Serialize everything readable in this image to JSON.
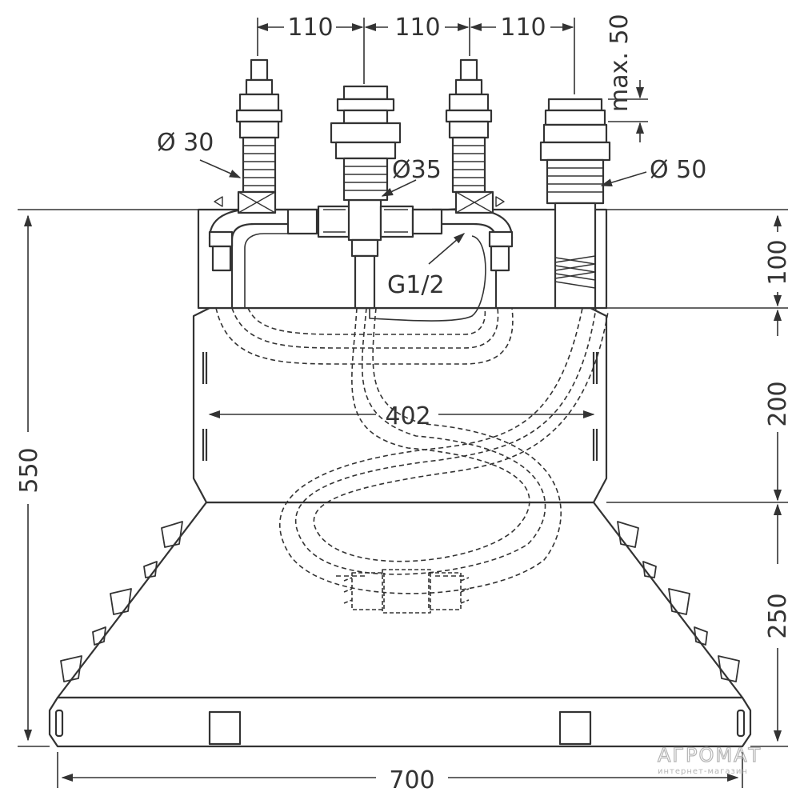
{
  "drawing": {
    "dimensions": {
      "spacing_1": "110",
      "spacing_2": "110",
      "spacing_3": "110",
      "max_height": "max. 50",
      "dia_valve": "Ø 30",
      "dia_mixer": "Ø35",
      "dia_shower": "Ø 50",
      "thread": "G1/2",
      "offset_top": "100",
      "offset_mid": "200",
      "offset_bottom": "250",
      "total_height": "550",
      "inner_width": "402",
      "total_width": "700"
    },
    "watermark": {
      "brand": "АГРОМАТ",
      "tagline": "интернет-магазин"
    },
    "colors": {
      "line": "#333333",
      "watermark": "#b5b5b5",
      "background": "#ffffff"
    }
  }
}
